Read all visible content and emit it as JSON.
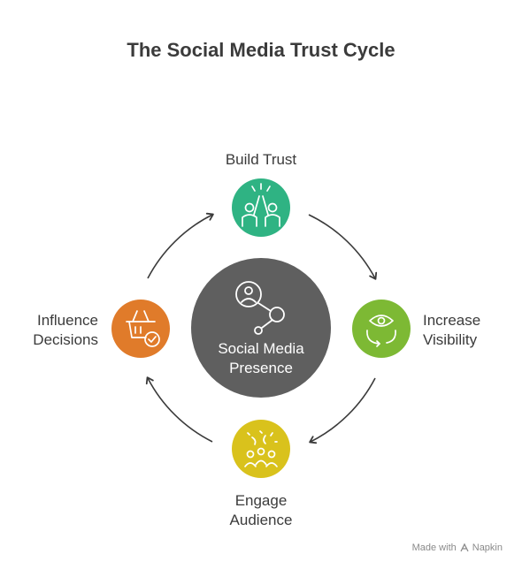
{
  "title": "The Social Media Trust Cycle",
  "center": {
    "label": "Social Media\nPresence",
    "color": "#5f5f5f",
    "icon": "social-network-icon"
  },
  "nodes": [
    {
      "id": "build-trust",
      "label": "Build Trust",
      "color": "#2fb383",
      "icon": "high-five-icon"
    },
    {
      "id": "increase-visibility",
      "label": "Increase\nVisibility",
      "color": "#7db934",
      "icon": "eye-cycle-icon"
    },
    {
      "id": "engage-audience",
      "label": "Engage\nAudience",
      "color": "#d9c21c",
      "icon": "audience-confetti-icon"
    },
    {
      "id": "influence-decisions",
      "label": "Influence\nDecisions",
      "color": "#e07b2a",
      "icon": "basket-check-icon"
    }
  ],
  "watermark": {
    "prefix": "Made with",
    "brand": "Napkin"
  }
}
